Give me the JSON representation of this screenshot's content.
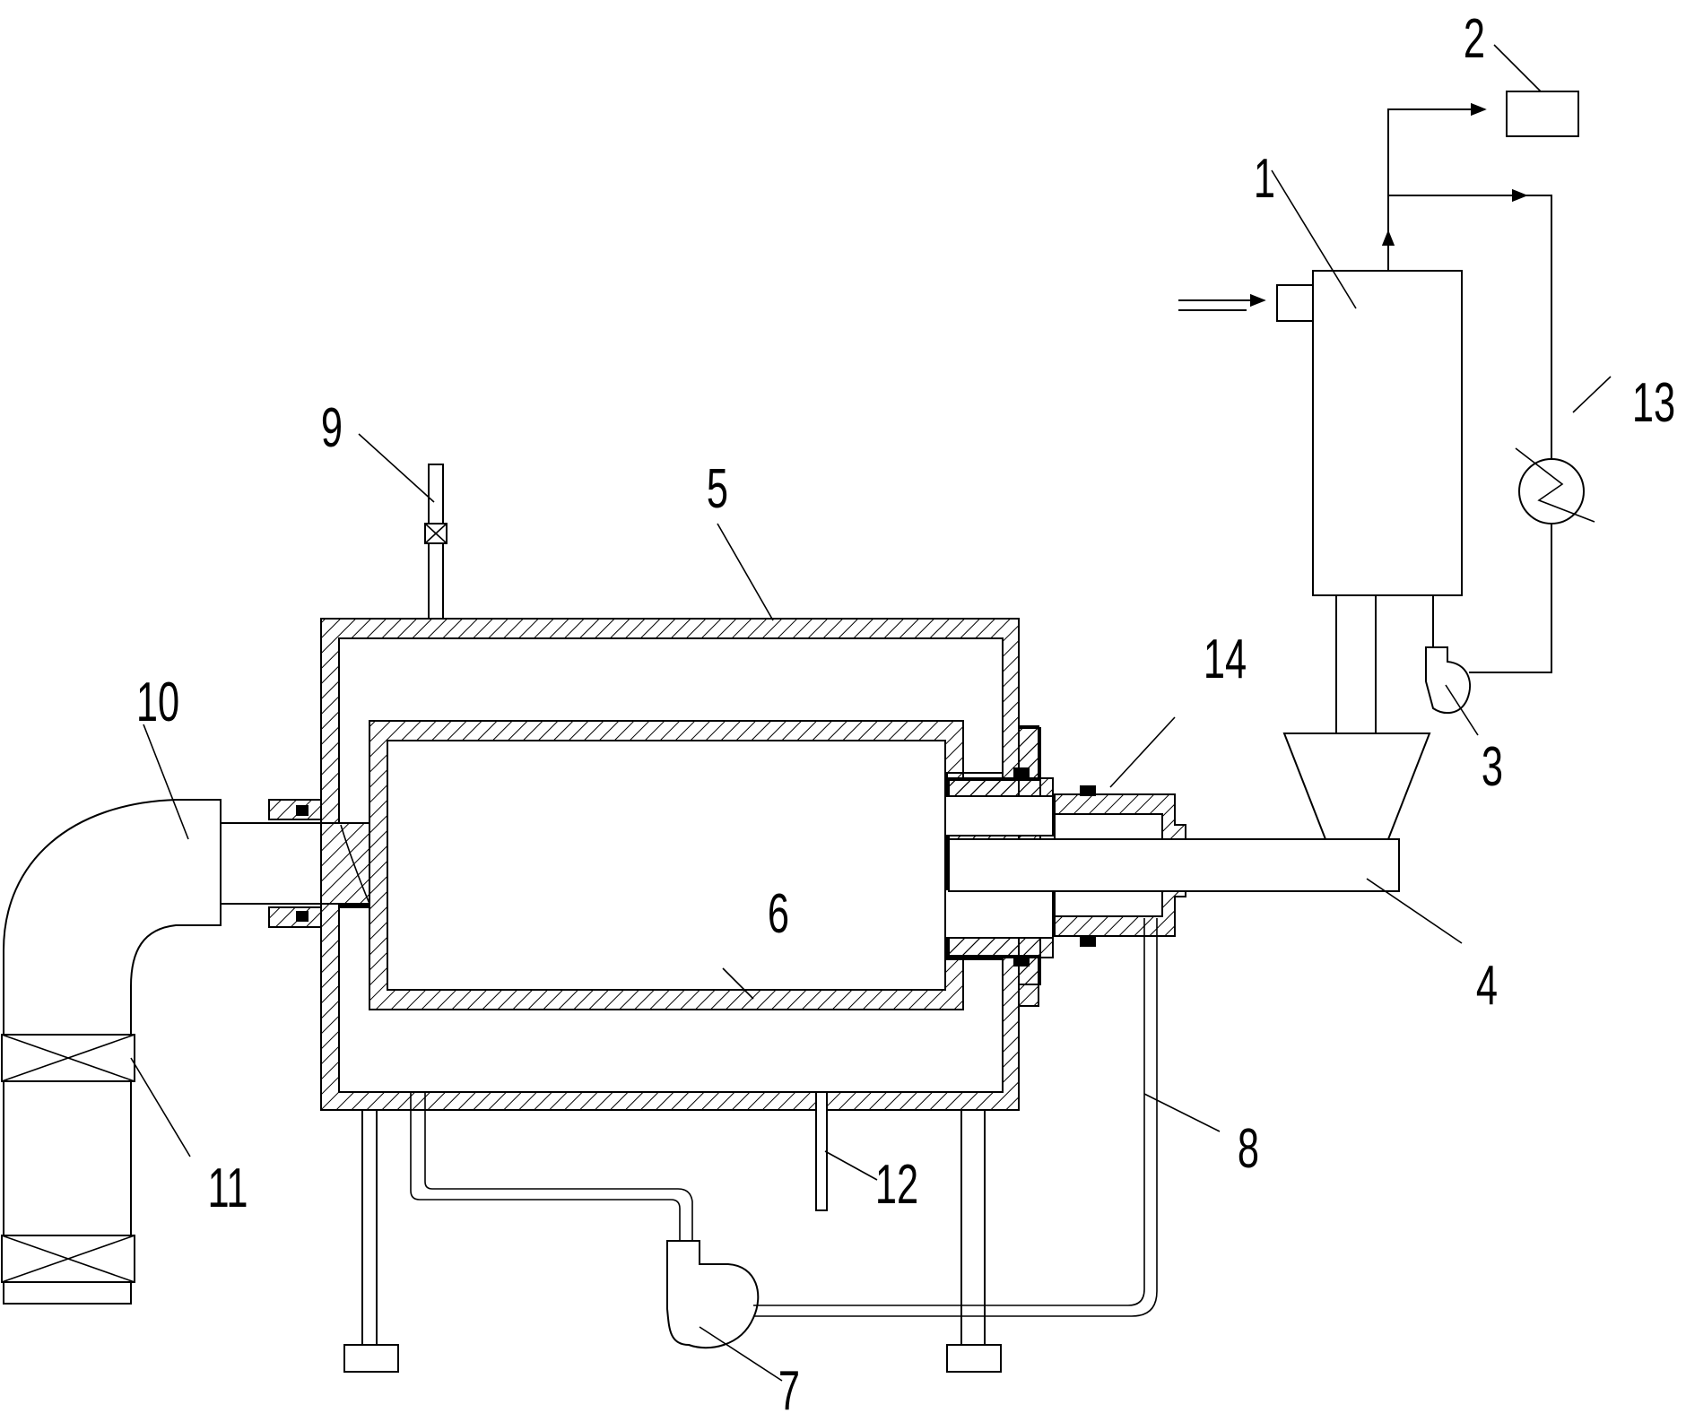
{
  "labels": {
    "l1": "1",
    "l2": "2",
    "l3": "3",
    "l4": "4",
    "l5": "5",
    "l6": "6",
    "l7": "7",
    "l8": "8",
    "l9": "9",
    "l10": "10",
    "l11": "11",
    "l12": "12",
    "l13": "13",
    "l14": "14"
  },
  "components": [
    "cyclone-separator",
    "collector",
    "fan",
    "feed-screw",
    "outer-jacket",
    "inner-drum",
    "circulation-blower",
    "return-pipe",
    "inlet-valve-pipe",
    "outlet-elbow",
    "elbow-bearings",
    "drain-pipe",
    "heat-exchanger",
    "sleeve-coupling"
  ],
  "colors": {
    "line": "#000000",
    "background": "#ffffff"
  }
}
